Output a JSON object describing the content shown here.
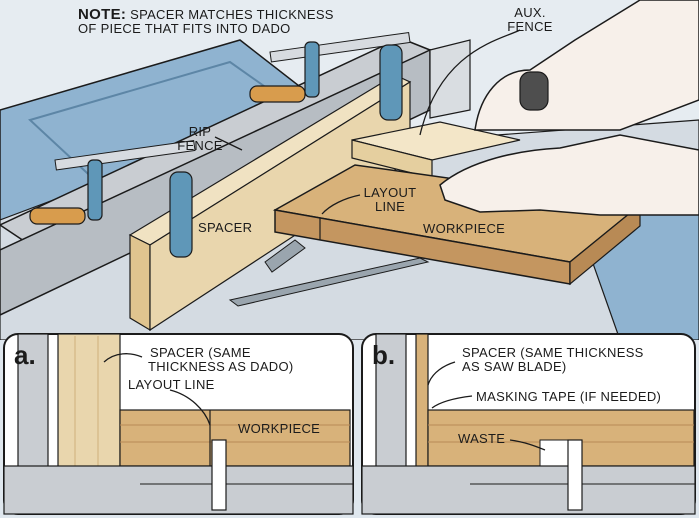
{
  "note": {
    "strong": "NOTE:",
    "line1": "SPACER MATCHES THICKNESS",
    "line2": "OF PIECE THAT FITS INTO DADO"
  },
  "labels": {
    "aux_fence_1": "AUX.",
    "aux_fence_2": "FENCE",
    "rip_fence_1": "RIP",
    "rip_fence_2": "FENCE",
    "spacer": "SPACER",
    "layout_line_1": "LAYOUT",
    "layout_line_2": "LINE",
    "workpiece": "WORKPIECE"
  },
  "inset_a": {
    "letter": "a.",
    "spacer_1": "SPACER (SAME",
    "spacer_2": "THICKNESS AS DADO)",
    "layout_line": "LAYOUT LINE",
    "workpiece": "WORKPIECE"
  },
  "inset_b": {
    "letter": "b.",
    "spacer_1": "SPACER (SAME THICKNESS",
    "spacer_2": "AS SAW BLADE)",
    "masking_tape": "MASKING TAPE (IF NEEDED)",
    "waste": "WASTE"
  },
  "colors": {
    "table_blue": "#8fb3d0",
    "fence_grey": "#c9cdd2",
    "wood_light": "#e9d6ad",
    "wood_mid": "#d8b27a",
    "wood_dark": "#b88a55",
    "clamp_blue": "#5f97b8",
    "skin": "#f7f0ea"
  }
}
